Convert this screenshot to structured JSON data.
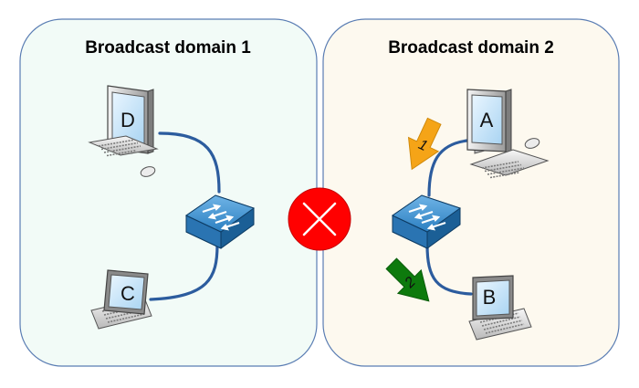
{
  "domains": {
    "left": {
      "title": "Broadcast domain 1",
      "fill": "#f2fbf7",
      "stroke": "#5a7db3"
    },
    "right": {
      "title": "Broadcast domain 2",
      "fill": "#fdf9ef",
      "stroke": "#5a7db3"
    }
  },
  "hosts": {
    "D": {
      "label": "D",
      "device": "desktop-computer-icon"
    },
    "C": {
      "label": "C",
      "device": "laptop-icon"
    },
    "A": {
      "label": "A",
      "device": "desktop-computer-icon"
    },
    "B": {
      "label": "B",
      "device": "laptop-icon"
    }
  },
  "switches": {
    "icon": "network-switch-icon",
    "fill": "#2c7fc1"
  },
  "blocked": {
    "icon": "blocked-x-icon",
    "fill": "#ff0000"
  },
  "arrows": {
    "step1": {
      "label": "1",
      "fill": "#f5a417"
    },
    "step2": {
      "label": "2",
      "fill": "#0d7a0d"
    }
  },
  "cables": {
    "stroke": "#2c5c9e"
  }
}
